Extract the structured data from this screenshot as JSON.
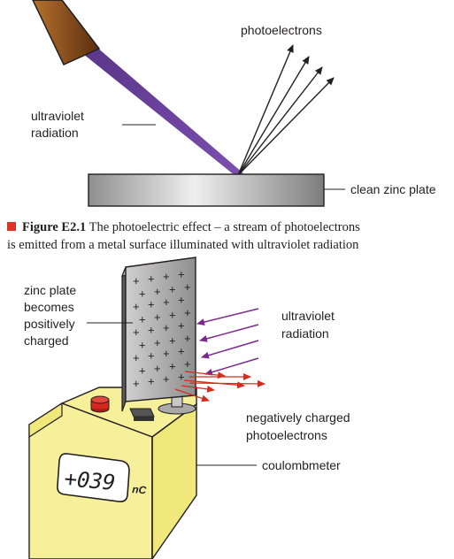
{
  "figure1": {
    "labels": {
      "photoelectrons": "photoelectrons",
      "uv_line1": "ultraviolet",
      "uv_line2": "radiation",
      "plate": "clean zinc plate"
    },
    "caption": {
      "figure_ref": "Figure E2.1",
      "line1_rest": " The photoelectric effect – a stream of photoelectrons",
      "line2": "is emitted from a metal surface illuminated with ultraviolet radiation"
    }
  },
  "figure2": {
    "labels": {
      "plate_line1": "zinc plate",
      "plate_line2": "becomes",
      "plate_line3": "positively",
      "plate_line4": "charged",
      "uv_line1": "ultraviolet",
      "uv_line2": "radiation",
      "electrons_line1": "negatively charged",
      "electrons_line2": "photoelectrons",
      "meter": "coulombmeter"
    },
    "display": {
      "reading": "+039",
      "unit": "nC"
    },
    "plus_sign": "+"
  },
  "colors": {
    "uv_beam": "#5b2a86",
    "uv_arrows": "#7b2a8c",
    "electron_arrows": "#d42d1e",
    "caption_square": "#e0322b",
    "meter_body": "#f6f09a",
    "button": "#d4281e"
  }
}
